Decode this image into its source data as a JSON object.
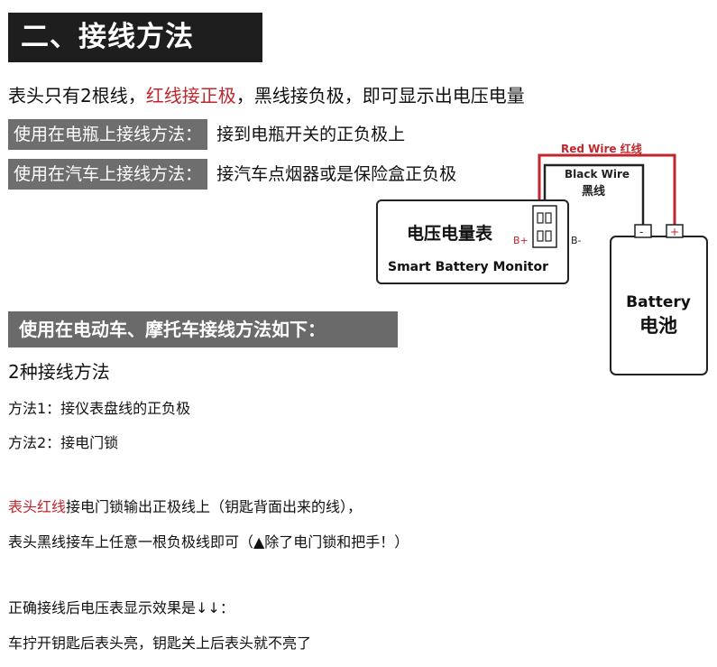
{
  "title": "二、接线方法",
  "intro": {
    "part1": "表头只有2根线，",
    "part2_red": "红线接正极",
    "part3": "，黑线接负极，即可显示出电压电量"
  },
  "bottle": {
    "tag": "使用在电瓶上接线方法：",
    "text": "接到电瓶开关的正负极上"
  },
  "car": {
    "tag": "使用在汽车上接线方法：",
    "text": "接汽车点烟器或是保险盒正负极"
  },
  "diagram": {
    "red_wire": "Red Wire 红线",
    "black_wire_en": "Black Wire",
    "black_wire_cn": "黑线",
    "meter_cn": "电压电量表",
    "meter_en": "Smart Battery Monitor",
    "b_plus": "B+",
    "b_minus": "B-",
    "minus_sign": "-",
    "plus_sign": "+",
    "battery_en": "Battery",
    "battery_cn": "电池",
    "colors": {
      "red": "#c0262d",
      "dark": "#222222"
    }
  },
  "ebike": {
    "heading": "使用在电动车、摩托车接线方法如下：",
    "methods_title": "2种接线方法",
    "method1": "方法1：接仪表盘线的正负极",
    "method2": "方法2：接电门锁"
  },
  "notes": {
    "red_label": "表头红线",
    "red_rest": "接电门锁输出正极线上（钥匙背面出来的线），",
    "black_line": "表头黑线接车上任意一根负极线即可（▲除了电门锁和把手！）",
    "effect": "正确接线后电压表显示效果是↓↓：",
    "key": "车拧开钥匙后表头亮，钥匙关上后表头就不亮了"
  }
}
